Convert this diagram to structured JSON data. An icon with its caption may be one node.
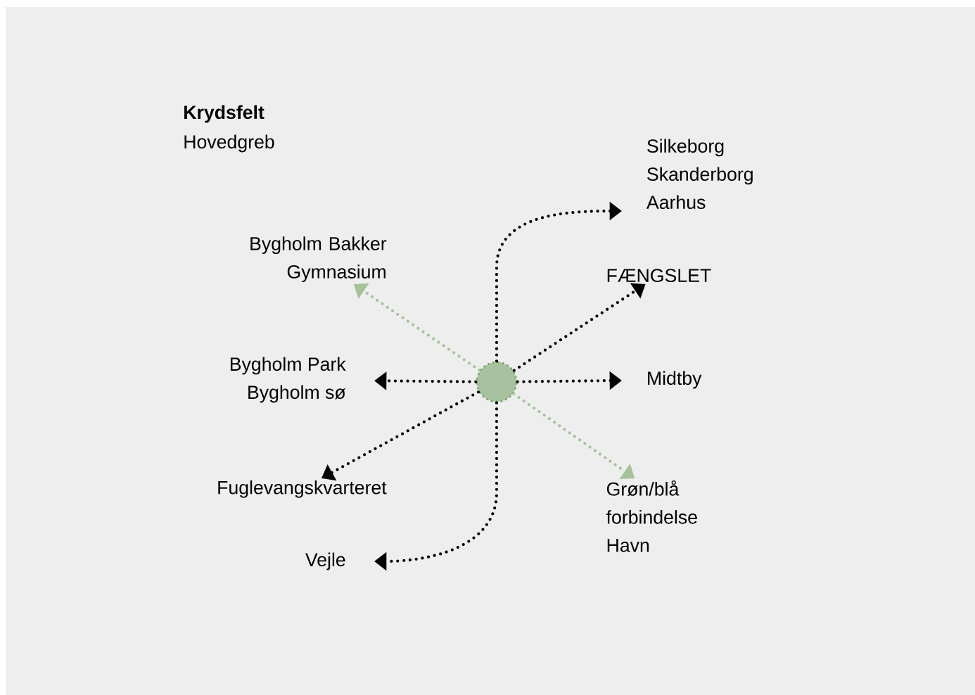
{
  "diagram": {
    "title": "Krydsfelt",
    "nodes": [
      {
        "text": [],
        "shape": "circle"
      },
      {
        "text": [
          "Silkeborg",
          "Skanderborg",
          "Aarhus"
        ]
      },
      {
        "text": [
          "FÆNGSLET"
        ]
      },
      {
        "text": [
          "Midtby"
        ]
      },
      {
        "text": [
          "Grøn/blå forbindelse",
          "Havn"
        ]
      },
      {
        "text": [
          "Vejle"
        ]
      },
      {
        "text": [
          "Fuglevangskvarteret"
        ]
      },
      {
        "text": [
          "Bygholm Park",
          "Bygholm sø"
        ]
      },
      {
        "text": [
          "Bygholm Bakker Gymnasium"
        ]
      }
    ],
    "edges": [
      {
        "from": 0,
        "to": 1,
        "arrow": "to"
      },
      {
        "from": 0,
        "to": 2,
        "arrow": "to"
      },
      {
        "from": 0,
        "to": 3,
        "arrow": "to"
      },
      {
        "from": 0,
        "to": 4,
        "arrow": "to",
        "color": "#a5c29b"
      },
      {
        "from": 0,
        "to": 5,
        "arrow": "to"
      },
      {
        "from": 0,
        "to": 6,
        "arrow": "to"
      },
      {
        "from": 0,
        "to": 7,
        "arrow": "to"
      },
      {
        "from": 0,
        "to": 8,
        "arrow": "to",
        "color": "#a5c29b"
      }
    ],
    "labels": [
      "Hovedgreb"
    ]
  }
}
